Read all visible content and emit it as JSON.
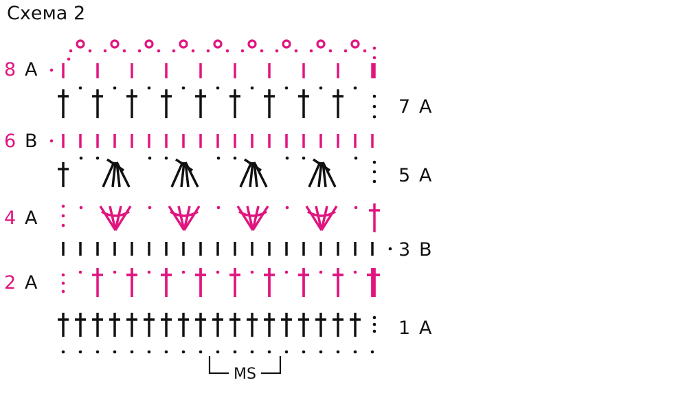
{
  "title": "Схема 2",
  "colors": {
    "pink": "#e0157f",
    "black": "#111111"
  },
  "rows": [
    {
      "number": "8",
      "yarn": "A",
      "side": "left",
      "color": "pink"
    },
    {
      "number": "7",
      "yarn": "A",
      "side": "right",
      "color": "black"
    },
    {
      "number": "6",
      "yarn": "B",
      "side": "left",
      "color": "pink"
    },
    {
      "number": "5",
      "yarn": "A",
      "side": "right",
      "color": "black"
    },
    {
      "number": "4",
      "yarn": "A",
      "side": "left",
      "color": "pink"
    },
    {
      "number": "3",
      "yarn": "B",
      "side": "right",
      "color": "black"
    },
    {
      "number": "2",
      "yarn": "A",
      "side": "left",
      "color": "pink"
    },
    {
      "number": "1",
      "yarn": "A",
      "side": "right",
      "color": "black"
    }
  ],
  "repeat_label": "MS",
  "symbols": {
    "row8": "single-crochet-with-picot",
    "row7": "double-crochet",
    "row6": "single-crochet",
    "row5": "double-crochet-cluster",
    "row4": "double-crochet-fan",
    "row3": "single-crochet",
    "row2": "double-crochet",
    "row1": "double-crochet"
  }
}
